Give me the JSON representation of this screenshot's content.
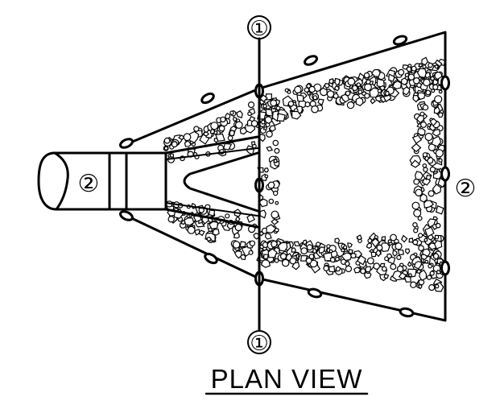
{
  "drawing": {
    "title": "PLAN VIEW",
    "section_marker_top": "①",
    "section_marker_bottom": "①",
    "pipe_label": "②",
    "outlet_label": "②"
  },
  "colors": {
    "ink": "#000000",
    "background": "#ffffff"
  }
}
